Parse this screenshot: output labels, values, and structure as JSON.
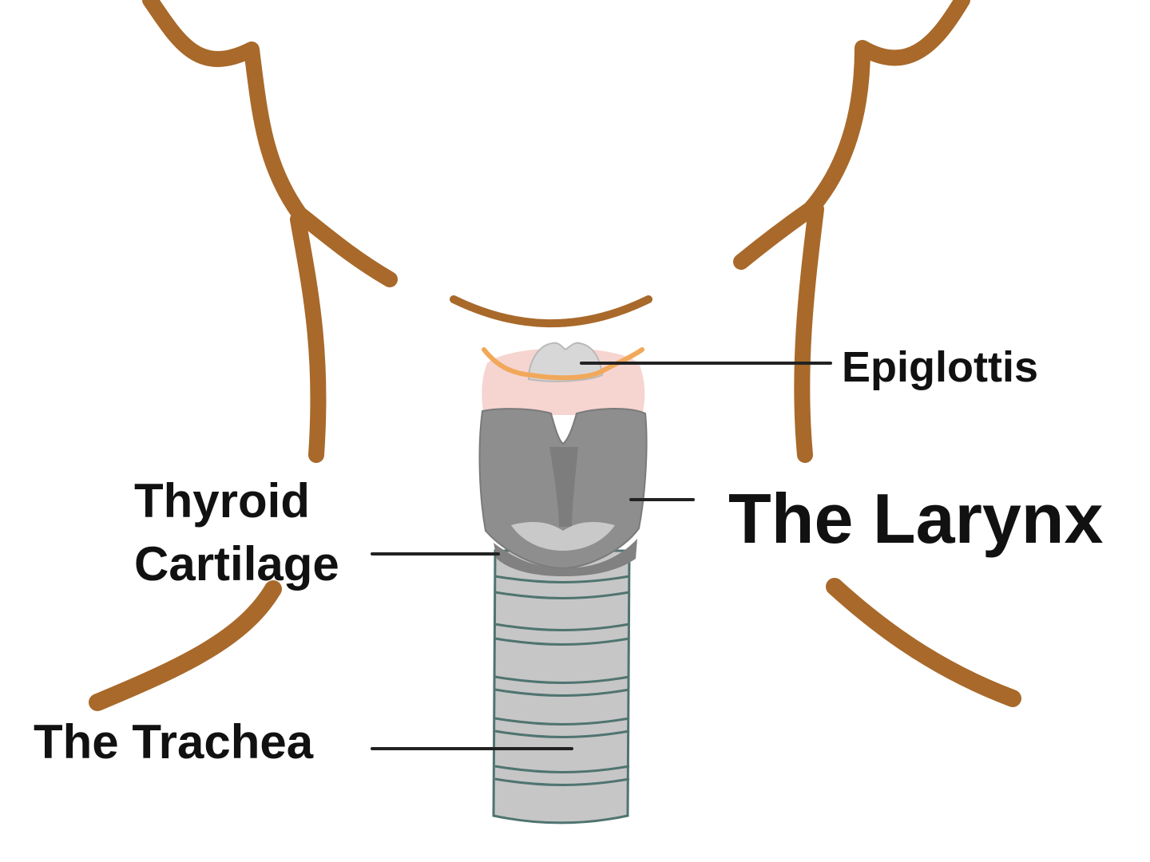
{
  "labels": {
    "epiglottis": "Epiglottis",
    "thyroid_line1": "Thyroid",
    "thyroid_line2": "Cartilage",
    "larynx": "The Larynx",
    "trachea": "The Trachea"
  },
  "colors": {
    "skin_outline": "#A8692A",
    "epiglottis": "#D7D7D7",
    "larynx_pink": "#F6D4D0",
    "thyroid_cartilage": "#8E8E8E",
    "trachea_ring": "#C6C6C6",
    "trachea_outline": "#4F7470",
    "leader_line": "#222222",
    "orange_fold": "#F2A85A"
  }
}
